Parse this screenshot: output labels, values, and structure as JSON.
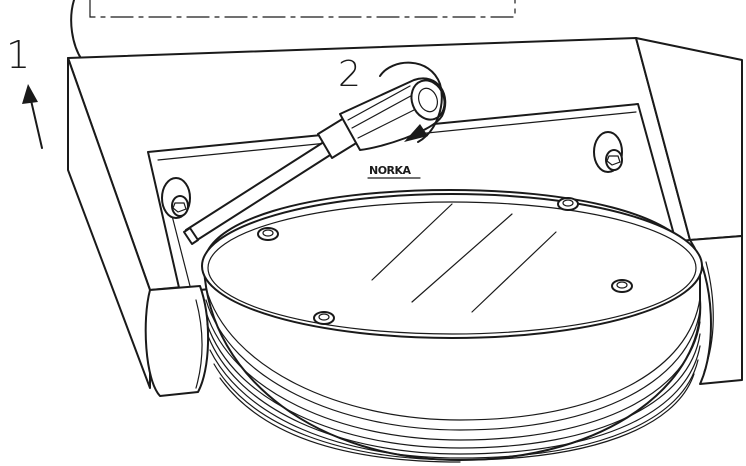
{
  "labels": {
    "step1": "1",
    "step2": "2",
    "logo": "NORKA"
  },
  "colors": {
    "line": "#1a1a1a",
    "background": "#ffffff"
  },
  "icons": {
    "direction": "arrow-up-icon",
    "rotation": "rotate-counterclockwise-icon"
  }
}
